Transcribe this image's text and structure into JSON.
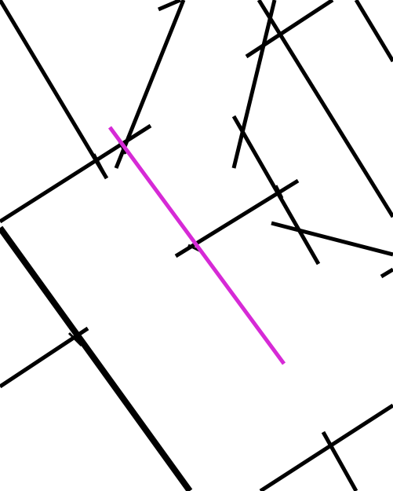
{
  "colors": {
    "background": "#ffffff",
    "stick": "#000000",
    "highlight": "#d62ad6"
  },
  "sticks": [
    {
      "name": "stick-1",
      "color": "stick"
    },
    {
      "name": "stick-2",
      "color": "stick"
    },
    {
      "name": "stick-3",
      "color": "stick"
    },
    {
      "name": "stick-4",
      "color": "stick"
    },
    {
      "name": "stick-5",
      "color": "stick"
    },
    {
      "name": "stick-6",
      "color": "stick"
    },
    {
      "name": "stick-7",
      "color": "stick"
    },
    {
      "name": "stick-8",
      "color": "stick"
    },
    {
      "name": "stick-9",
      "color": "stick"
    },
    {
      "name": "stick-10",
      "color": "stick"
    },
    {
      "name": "stick-11",
      "color": "stick"
    },
    {
      "name": "stick-12",
      "color": "stick"
    },
    {
      "name": "stick-13",
      "color": "stick"
    },
    {
      "name": "stick-14",
      "color": "stick"
    },
    {
      "name": "stick-15",
      "color": "stick"
    },
    {
      "name": "stick-16",
      "color": "stick"
    },
    {
      "name": "stick-17",
      "color": "stick"
    },
    {
      "name": "stick-18",
      "color": "stick"
    },
    {
      "name": "stick-19",
      "color": "stick"
    },
    {
      "name": "stick-20",
      "color": "stick"
    },
    {
      "name": "stick-21",
      "color": "stick"
    },
    {
      "name": "highlighted-stick",
      "color": "highlight"
    }
  ]
}
